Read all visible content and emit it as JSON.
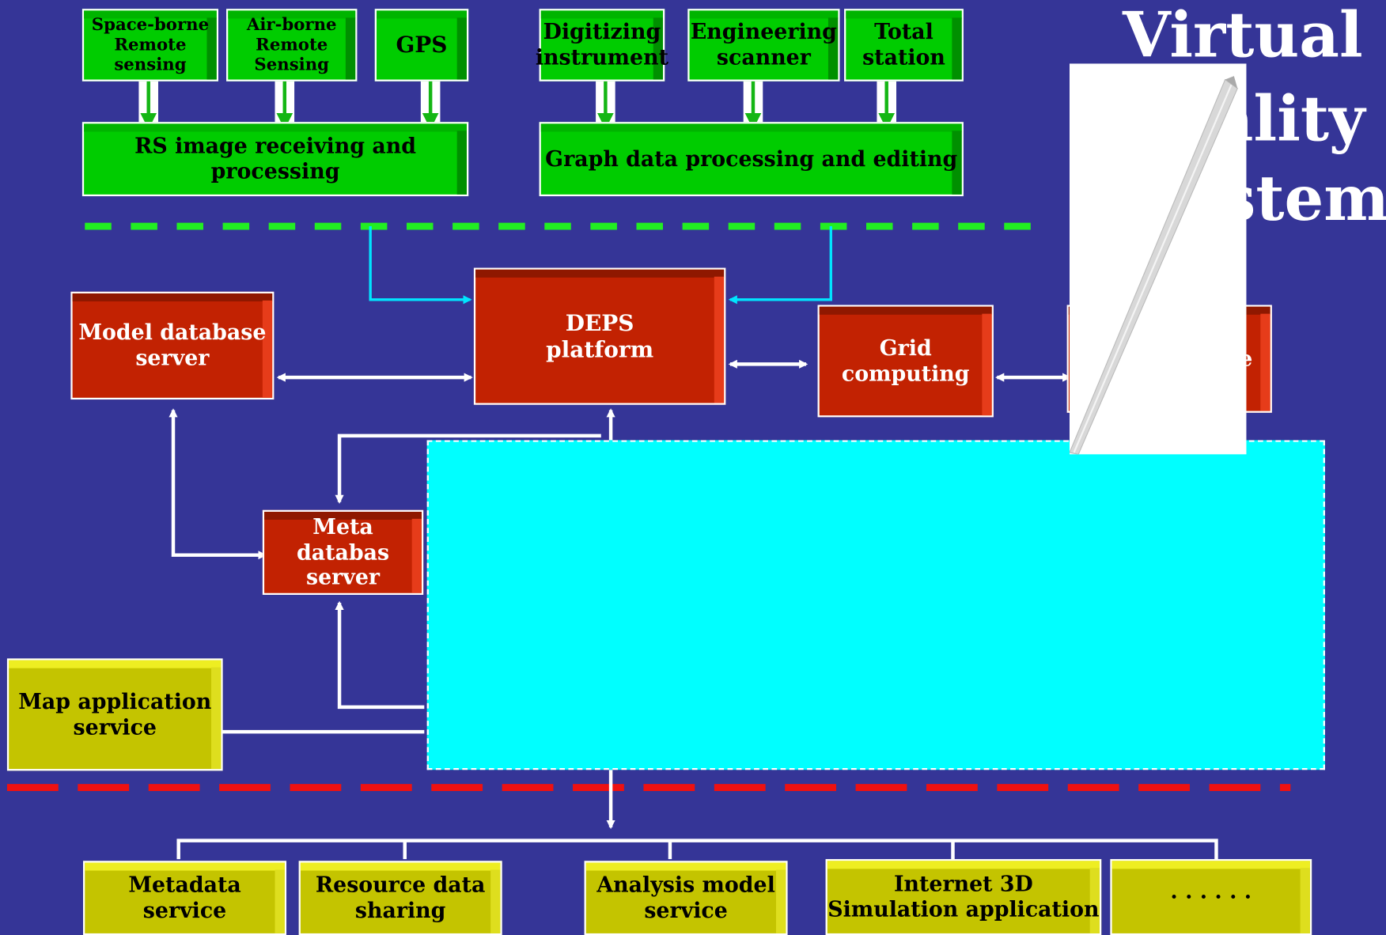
{
  "title": [
    "Virtual",
    "Reality",
    "System"
  ],
  "sources_rs": [
    {
      "label": "Space-borne\nRemote sensing"
    },
    {
      "label": "Air-borne\nRemote Sensing"
    },
    {
      "label": "GPS"
    }
  ],
  "sources_graph": [
    {
      "label": "Digitizing\ninstrument"
    },
    {
      "label": "Engineering\nscanner"
    },
    {
      "label": "Total\nstation"
    }
  ],
  "processing": {
    "rs": "RS image receiving and processing",
    "graph": "Graph data processing and editing"
  },
  "core": {
    "model_db": "Model database\nserver",
    "deps": "DEPS\nplatform",
    "grid": "Grid computing",
    "right_partial": "e",
    "meta_db": "Meta databas\nserver"
  },
  "map_service": "Map application\nservice",
  "services": [
    {
      "label": "Metadata service"
    },
    {
      "label": "Resource data\nsharing"
    },
    {
      "label": "Analysis model\nservice"
    },
    {
      "label": "Internet 3D\nSimulation application"
    },
    {
      "label": "· · · · · ·"
    }
  ],
  "colors": {
    "background": "#353597",
    "source_green": "#00cc00",
    "core_red": "#c22202",
    "service_yellow": "#c4c400",
    "panel_cyan": "#00ffff",
    "divider_top": "#22ee22",
    "divider_bottom": "#ee1111"
  }
}
